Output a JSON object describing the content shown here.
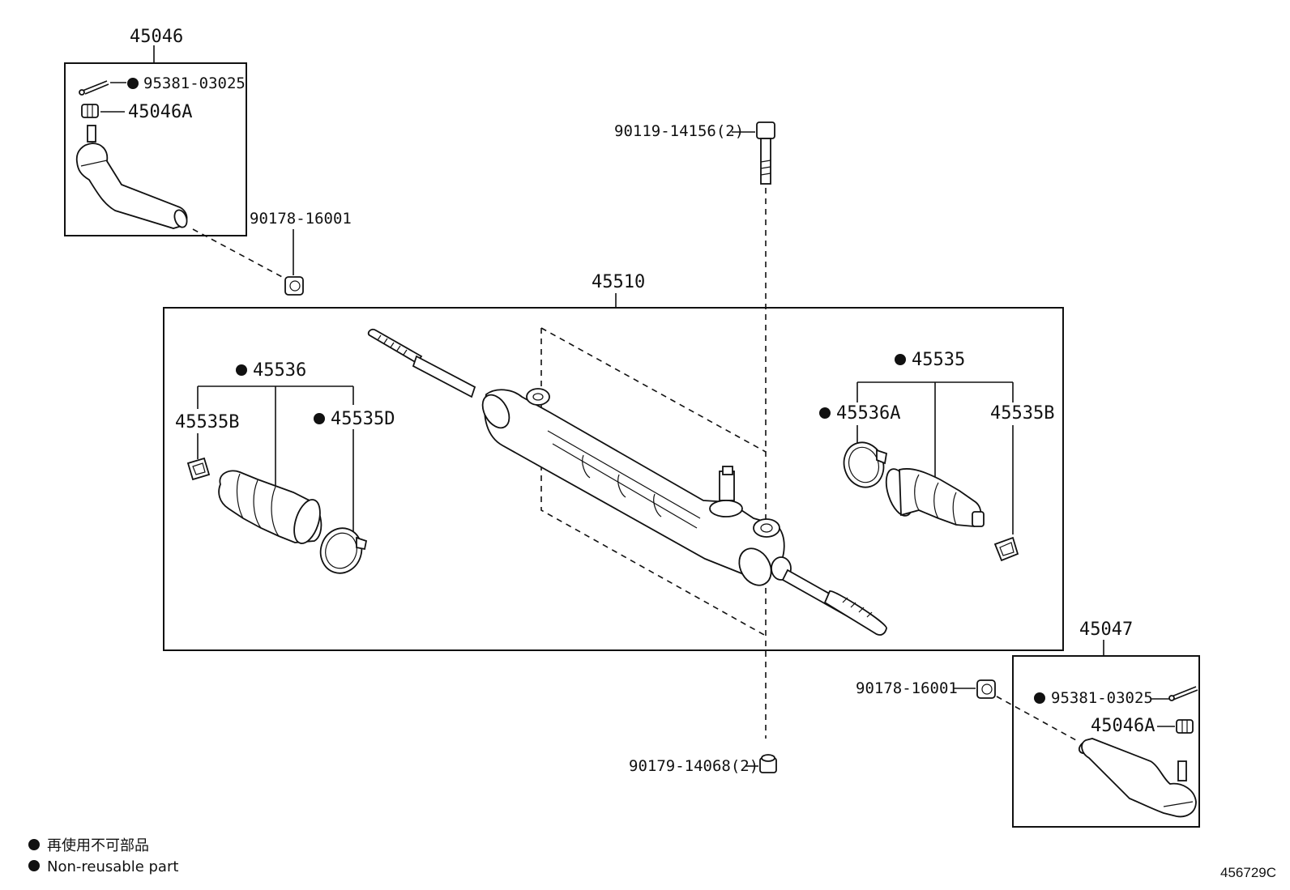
{
  "parts": {
    "tie_rod_end_lh": "45046",
    "cotter_pin_top": "95381-03025",
    "nut_top": "45046A",
    "nut_left": "90178-16001",
    "bolt": "90119-14156(2)",
    "rack_assembly": "45510",
    "boot_lh": "45536",
    "clip_lh": "45535B",
    "clamp_lh": "45535D",
    "boot_rh": "45535",
    "clamp_rh": "45536A",
    "clip_rh": "45535B",
    "tie_rod_end_rh": "45047",
    "nut_right": "90178-16001",
    "cotter_pin_bottom": "95381-03025",
    "nut_bottom": "45046A",
    "bottom_nut": "90179-14068(2)"
  },
  "legend": {
    "line_jp": "再使用不可部品",
    "line_en": "Non-reusable part"
  },
  "diagram_code": "456729C"
}
